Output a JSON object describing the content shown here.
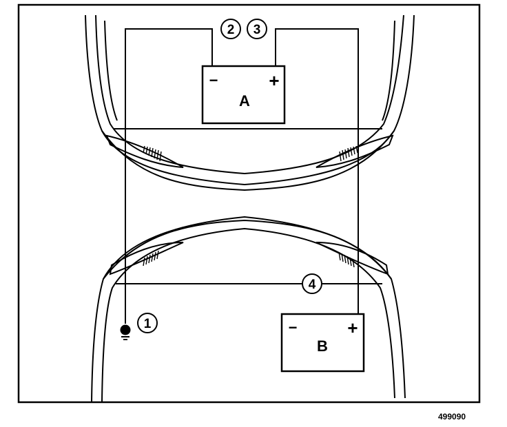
{
  "batteries": {
    "a": {
      "label": "A",
      "minus": "−",
      "plus": "+"
    },
    "b": {
      "label": "B",
      "minus": "−",
      "plus": "+"
    }
  },
  "callouts": {
    "c1": "1",
    "c2": "2",
    "c3": "3",
    "c4": "4"
  },
  "figure_code": "499090"
}
